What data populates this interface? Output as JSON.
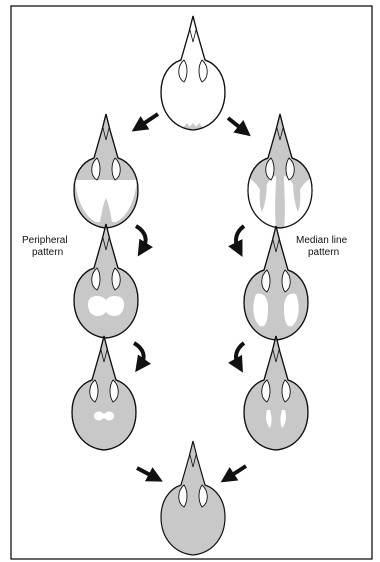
{
  "labels": {
    "left": [
      "Peripheral",
      "pattern"
    ],
    "right": [
      "Median line",
      "pattern"
    ]
  },
  "colors": {
    "bone": "#c8c8c8",
    "unossified": "#ffffff",
    "outline": "#111111",
    "arrow": "#111111"
  },
  "stages": [
    {
      "id": "start",
      "pattern": "shared",
      "step": 0
    },
    {
      "id": "peripheral-1",
      "pattern": "peripheral",
      "step": 1
    },
    {
      "id": "peripheral-2",
      "pattern": "peripheral",
      "step": 2
    },
    {
      "id": "peripheral-3",
      "pattern": "peripheral",
      "step": 3
    },
    {
      "id": "median-1",
      "pattern": "median-line",
      "step": 1
    },
    {
      "id": "median-2",
      "pattern": "median-line",
      "step": 2
    },
    {
      "id": "median-3",
      "pattern": "median-line",
      "step": 3
    },
    {
      "id": "end",
      "pattern": "shared",
      "step": 4
    }
  ]
}
